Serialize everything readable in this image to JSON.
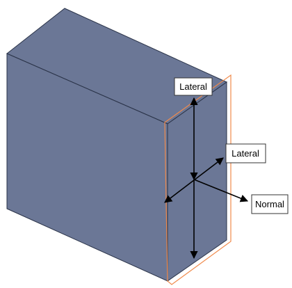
{
  "diagram": {
    "labels": {
      "lateral_vertical": "Lateral",
      "lateral_horizontal": "Lateral",
      "normal": "Normal"
    },
    "colors": {
      "block_face": "#6b7796",
      "block_edge": "#2a3348",
      "highlight_outline": "#f08a4b",
      "arrow": "#000000",
      "background": "#ffffff"
    }
  }
}
